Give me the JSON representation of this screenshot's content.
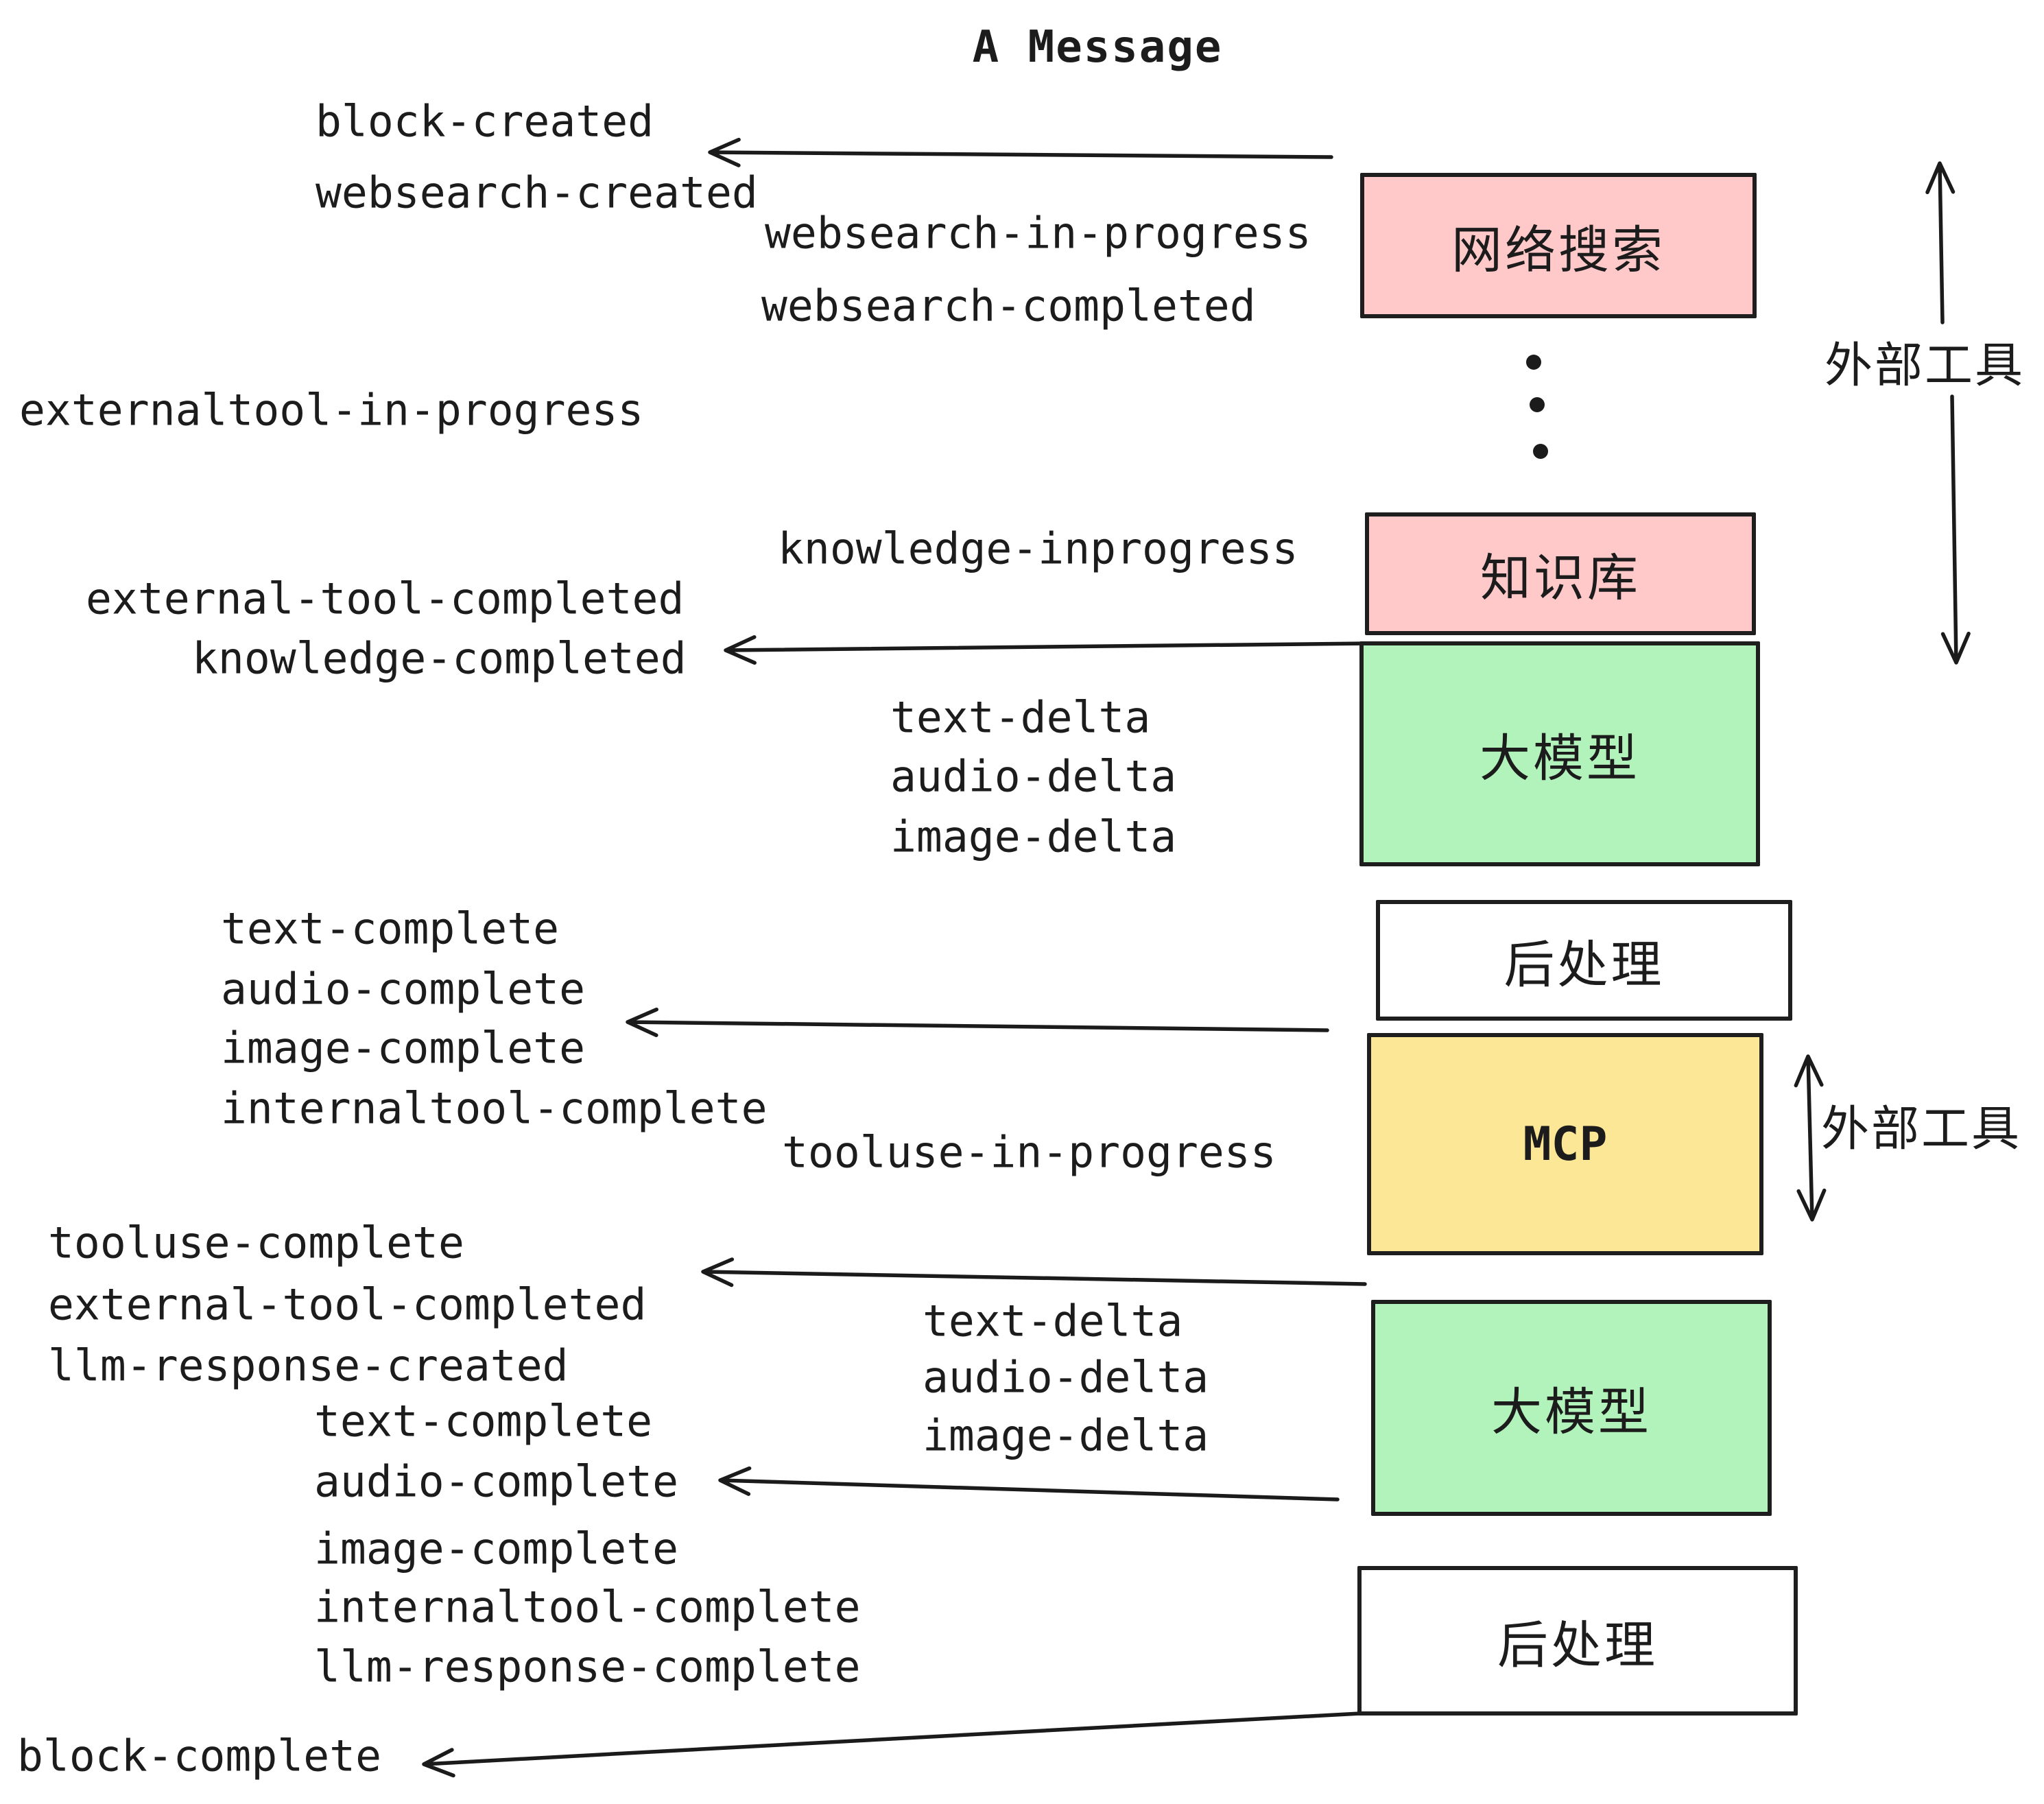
{
  "title": "A Message",
  "colors": {
    "pink": "#ffc9c9",
    "green": "#b2f2bb",
    "yellow": "#fce796",
    "white": "#ffffff",
    "box_border": "#1e1e1e",
    "text": "#1c1c1c",
    "arrow": "#1b1b1b",
    "background": "#ffffff"
  },
  "boxes": [
    {
      "id": "websearch",
      "label": "网络搜索",
      "fill": "pink"
    },
    {
      "id": "knowledge",
      "label": "知识库",
      "fill": "pink"
    },
    {
      "id": "llm1",
      "label": "大模型",
      "fill": "green"
    },
    {
      "id": "post1",
      "label": "后处理",
      "fill": "white"
    },
    {
      "id": "mcp",
      "label": "MCP",
      "fill": "yellow"
    },
    {
      "id": "llm2",
      "label": "大模型",
      "fill": "green"
    },
    {
      "id": "post2",
      "label": "后处理",
      "fill": "white"
    }
  ],
  "events": [
    {
      "id": "block-created",
      "label": "block-created"
    },
    {
      "id": "websearch-created",
      "label": "websearch-created"
    },
    {
      "id": "websearch-in-progress",
      "label": "websearch-in-progress"
    },
    {
      "id": "websearch-completed",
      "label": "websearch-completed"
    },
    {
      "id": "externaltool-in-progress",
      "label": "externaltool-in-progress"
    },
    {
      "id": "knowledge-inprogress",
      "label": "knowledge-inprogress"
    },
    {
      "id": "external-tool-completed-1",
      "label": "external-tool-completed"
    },
    {
      "id": "knowledge-completed",
      "label": "knowledge-completed"
    },
    {
      "id": "text-delta-1",
      "label": "text-delta"
    },
    {
      "id": "audio-delta-1",
      "label": "audio-delta"
    },
    {
      "id": "image-delta-1",
      "label": "image-delta"
    },
    {
      "id": "text-complete-1",
      "label": "text-complete"
    },
    {
      "id": "audio-complete-1",
      "label": "audio-complete"
    },
    {
      "id": "image-complete-1",
      "label": "image-complete"
    },
    {
      "id": "internaltool-complete-1",
      "label": "internaltool-complete"
    },
    {
      "id": "tooluse-in-progress",
      "label": "tooluse-in-progress"
    },
    {
      "id": "tooluse-complete",
      "label": "tooluse-complete"
    },
    {
      "id": "external-tool-completed-2",
      "label": "external-tool-completed"
    },
    {
      "id": "llm-response-created",
      "label": "llm-response-created"
    },
    {
      "id": "text-delta-2",
      "label": "text-delta"
    },
    {
      "id": "audio-delta-2",
      "label": "audio-delta"
    },
    {
      "id": "image-delta-2",
      "label": "image-delta"
    },
    {
      "id": "text-complete-2",
      "label": "text-complete"
    },
    {
      "id": "audio-complete-2",
      "label": "audio-complete"
    },
    {
      "id": "image-complete-2",
      "label": "image-complete"
    },
    {
      "id": "internaltool-complete-2",
      "label": "internaltool-complete"
    },
    {
      "id": "llm-response-complete",
      "label": "llm-response-complete"
    },
    {
      "id": "block-complete",
      "label": "block-complete"
    }
  ],
  "side_labels": [
    {
      "id": "external-tools-top",
      "label": "外部工具"
    },
    {
      "id": "external-tools-mcp",
      "label": "外部工具"
    }
  ],
  "icons": {
    "ellipsis": "vertical-dots"
  }
}
